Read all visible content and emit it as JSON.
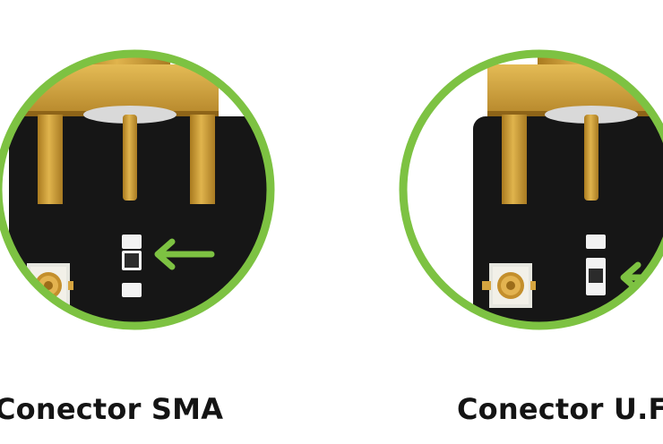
{
  "labels": {
    "left": "Conector SMA",
    "right": "Conector U.FL"
  },
  "colors": {
    "ring": "#7dc242",
    "board": "#161616",
    "gold": "#c99a35",
    "arrow": "#7dc242",
    "text": "#141414"
  },
  "jumper_position": {
    "left": "top",
    "right": "bottom"
  }
}
